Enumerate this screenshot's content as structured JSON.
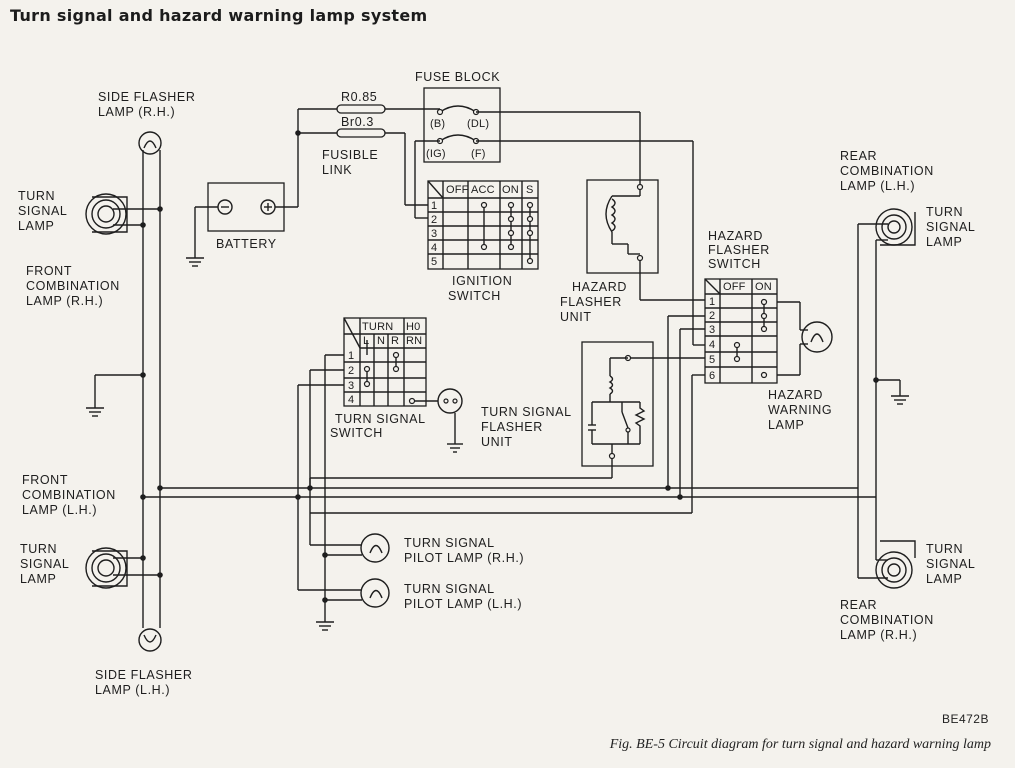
{
  "title": "Turn signal and hazard warning lamp system",
  "figure_code": "BE472B",
  "caption": "Fig. BE-5  Circuit diagram for turn signal and hazard warning lamp",
  "labels": {
    "side_flasher_rh": [
      "SIDE FLASHER",
      "LAMP (R.H.)"
    ],
    "turn_signal_front_rh": [
      "TURN",
      "SIGNAL",
      "LAMP"
    ],
    "front_comb_rh": [
      "FRONT",
      "COMBINATION",
      "LAMP (R.H.)"
    ],
    "front_comb_lh": [
      "FRONT",
      "COMBINATION",
      "LAMP (L.H.)"
    ],
    "turn_signal_front_lh": [
      "TURN",
      "SIGNAL",
      "LAMP"
    ],
    "side_flasher_lh": [
      "SIDE FLASHER",
      "LAMP (L.H.)"
    ],
    "battery": "BATTERY",
    "fuse_block": "FUSE BLOCK",
    "fuse_terminals": [
      "(B)",
      "(DL)",
      "(IG)",
      "(F)"
    ],
    "fusible_link": [
      "FUSIBLE",
      "LINK"
    ],
    "wire_r085": "R0.85",
    "wire_br03": "Br0.3",
    "ignition_switch": [
      "IGNITION",
      "SWITCH"
    ],
    "ignition_headers": [
      "OFF",
      "ACC",
      "ON",
      "S"
    ],
    "ignition_rows": [
      "1",
      "2",
      "3",
      "4",
      "5"
    ],
    "hazard_flasher_unit": [
      "HAZARD",
      "FLASHER",
      "UNIT"
    ],
    "hazard_flasher_switch": [
      "HAZARD",
      "FLASHER",
      "SWITCH"
    ],
    "hazard_switch_headers": [
      "OFF",
      "ON"
    ],
    "hazard_switch_rows": [
      "1",
      "2",
      "3",
      "4",
      "5",
      "6"
    ],
    "hazard_warning_lamp": [
      "HAZARD",
      "WARNING",
      "LAMP"
    ],
    "rear_comb_lh": [
      "REAR",
      "COMBINATION",
      "LAMP (L.H.)"
    ],
    "turn_signal_rear_lh": [
      "TURN",
      "SIGNAL",
      "LAMP"
    ],
    "rear_comb_rh": [
      "REAR",
      "COMBINATION",
      "LAMP (R.H.)"
    ],
    "turn_signal_rear_rh": [
      "TURN",
      "SIGNAL",
      "LAMP"
    ],
    "turn_signal_switch": [
      "TURN SIGNAL",
      "SWITCH"
    ],
    "turn_switch_headers": [
      "TURN",
      "H0",
      "L",
      "N",
      "R",
      "RN"
    ],
    "turn_switch_rows": [
      "1",
      "2",
      "3",
      "4"
    ],
    "turn_signal_flasher_unit": [
      "TURN SIGNAL",
      "FLASHER",
      "UNIT"
    ],
    "pilot_lamp_rh": [
      "TURN SIGNAL",
      "PILOT LAMP (R.H.)"
    ],
    "pilot_lamp_lh": [
      "TURN SIGNAL",
      "PILOT LAMP (L.H.)"
    ]
  }
}
